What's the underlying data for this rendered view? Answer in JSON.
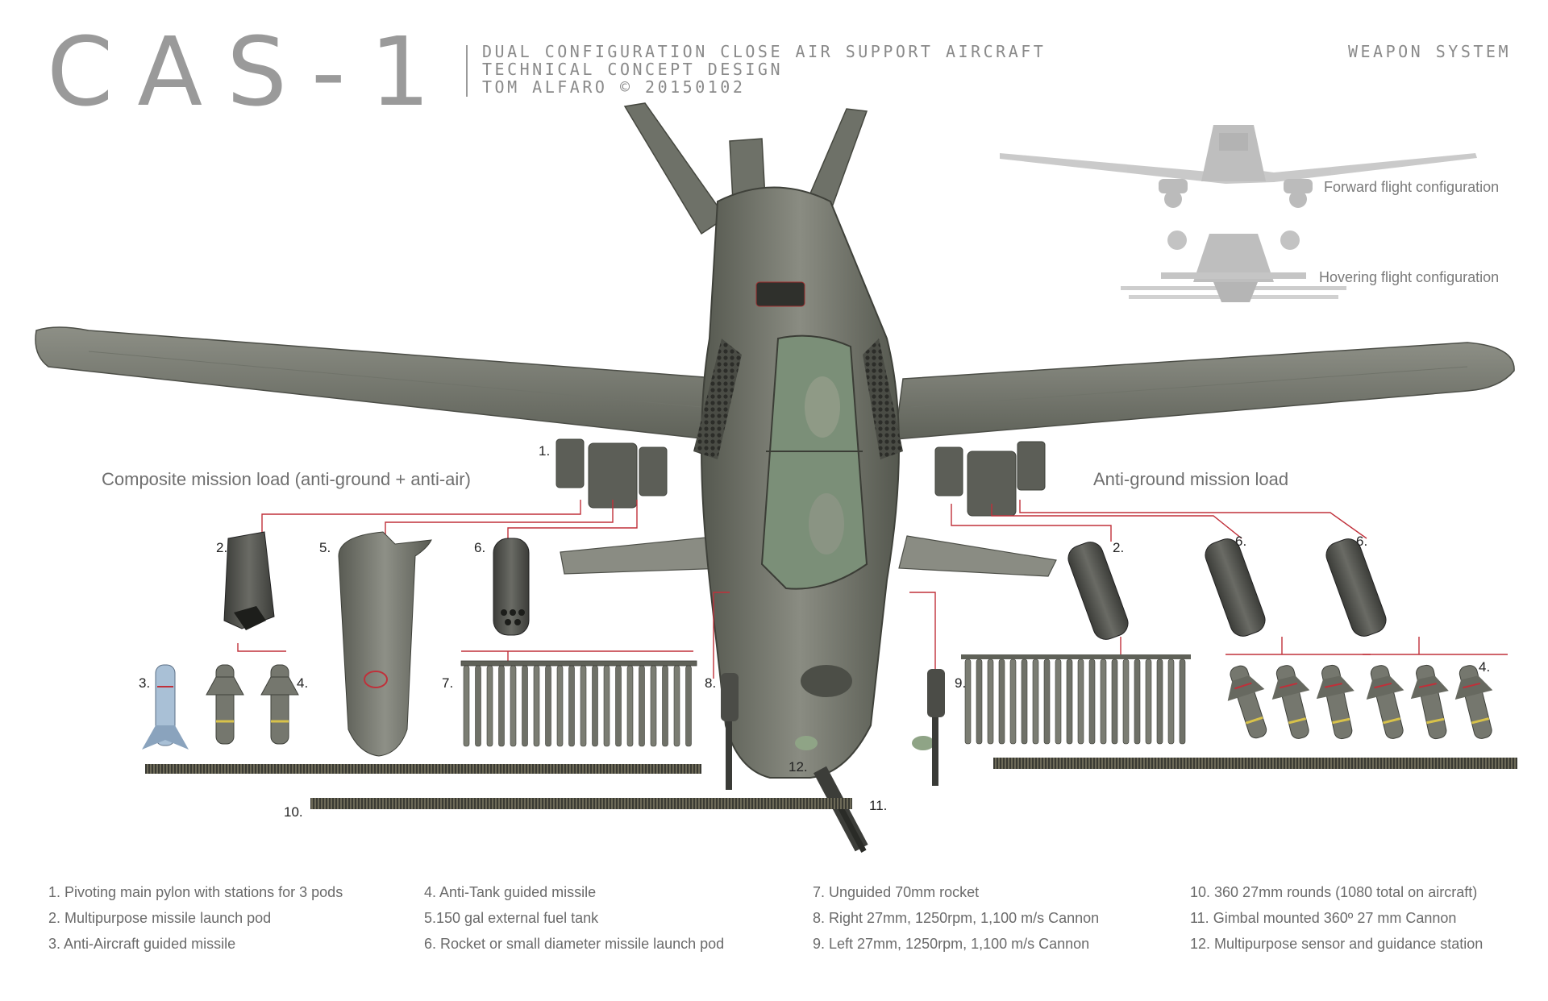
{
  "header": {
    "logo": "CAS-1",
    "subtitle_lines": [
      "DUAL CONFIGURATION CLOSE AIR SUPPORT AIRCRAFT",
      "TECHNICAL CONCEPT DESIGN",
      "TOM ALFARO © 20150102"
    ],
    "section": "WEAPON SYSTEM"
  },
  "configurations": {
    "forward": "Forward flight configuration",
    "hover": "Hovering flight configuration"
  },
  "loads": {
    "left": "Composite mission load (anti-ground + anti-air)",
    "right": "Anti-ground mission load"
  },
  "callouts": [
    "1.",
    "2.",
    "5.",
    "6.",
    "3.",
    "4.",
    "7.",
    "8.",
    "10.",
    "12.",
    "11.",
    "9.",
    "2.",
    "6.",
    "6.",
    "4."
  ],
  "legend": [
    [
      "1. Pivoting main pylon with stations for 3 pods",
      "2. Multipurpose missile launch pod",
      "3. Anti-Aircraft guided missile"
    ],
    [
      "4. Anti-Tank guided missile",
      "5.150 gal external fuel tank",
      "6. Rocket or small diameter missile launch pod"
    ],
    [
      "7. Unguided 70mm rocket",
      "8. Right 27mm, 1250rpm, 1,100 m/s Cannon",
      "9. Left 27mm, 1250rpm, 1,100 m/s Cannon"
    ],
    [
      "10. 360 27mm rounds (1080 total on aircraft)",
      "11. Gimbal mounted 360º 27 mm Cannon",
      "12. Multipurpose sensor and guidance station"
    ]
  ],
  "colors": {
    "airframe": "#6b6e64",
    "airframe_light": "#9a9c92",
    "leader_line": "#c0303a",
    "canopy": "#7f957c",
    "ghost": "#b6b6b6"
  }
}
